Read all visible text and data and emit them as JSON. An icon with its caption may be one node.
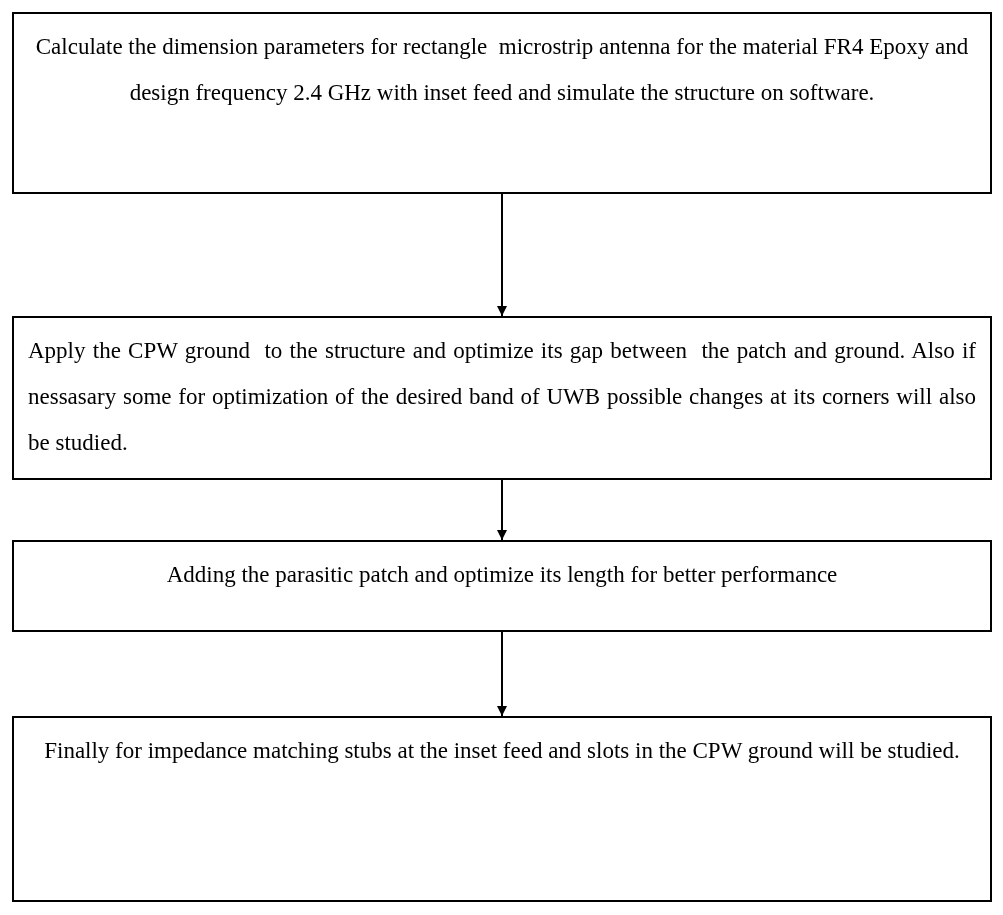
{
  "diagram": {
    "nodes": [
      {
        "text": [
          "Calculate the dimension parameters for rectangle  microstrip antenna for the material FR4 Epoxy and design frequency 2.4 GHz with inset feed and simulate the structure on software."
        ]
      },
      {
        "text": [
          "Apply the CPW ground  to the structure and optimize its gap between  the patch and ground. Also if nessasary some for optimization of the desired band of UWB possible changes at its corners will also be studied."
        ]
      },
      {
        "text": [
          "Adding the parasitic patch and optimize its length for better performance"
        ]
      },
      {
        "text": [
          "Finally for impedance matching stubs at the inset feed and slots in the CPW ground will be studied."
        ]
      }
    ],
    "edges": [
      {
        "from": 0,
        "to": 1,
        "arrow": "to"
      },
      {
        "from": 1,
        "to": 2,
        "arrow": "to"
      },
      {
        "from": 2,
        "to": 3,
        "arrow": "to"
      }
    ]
  }
}
